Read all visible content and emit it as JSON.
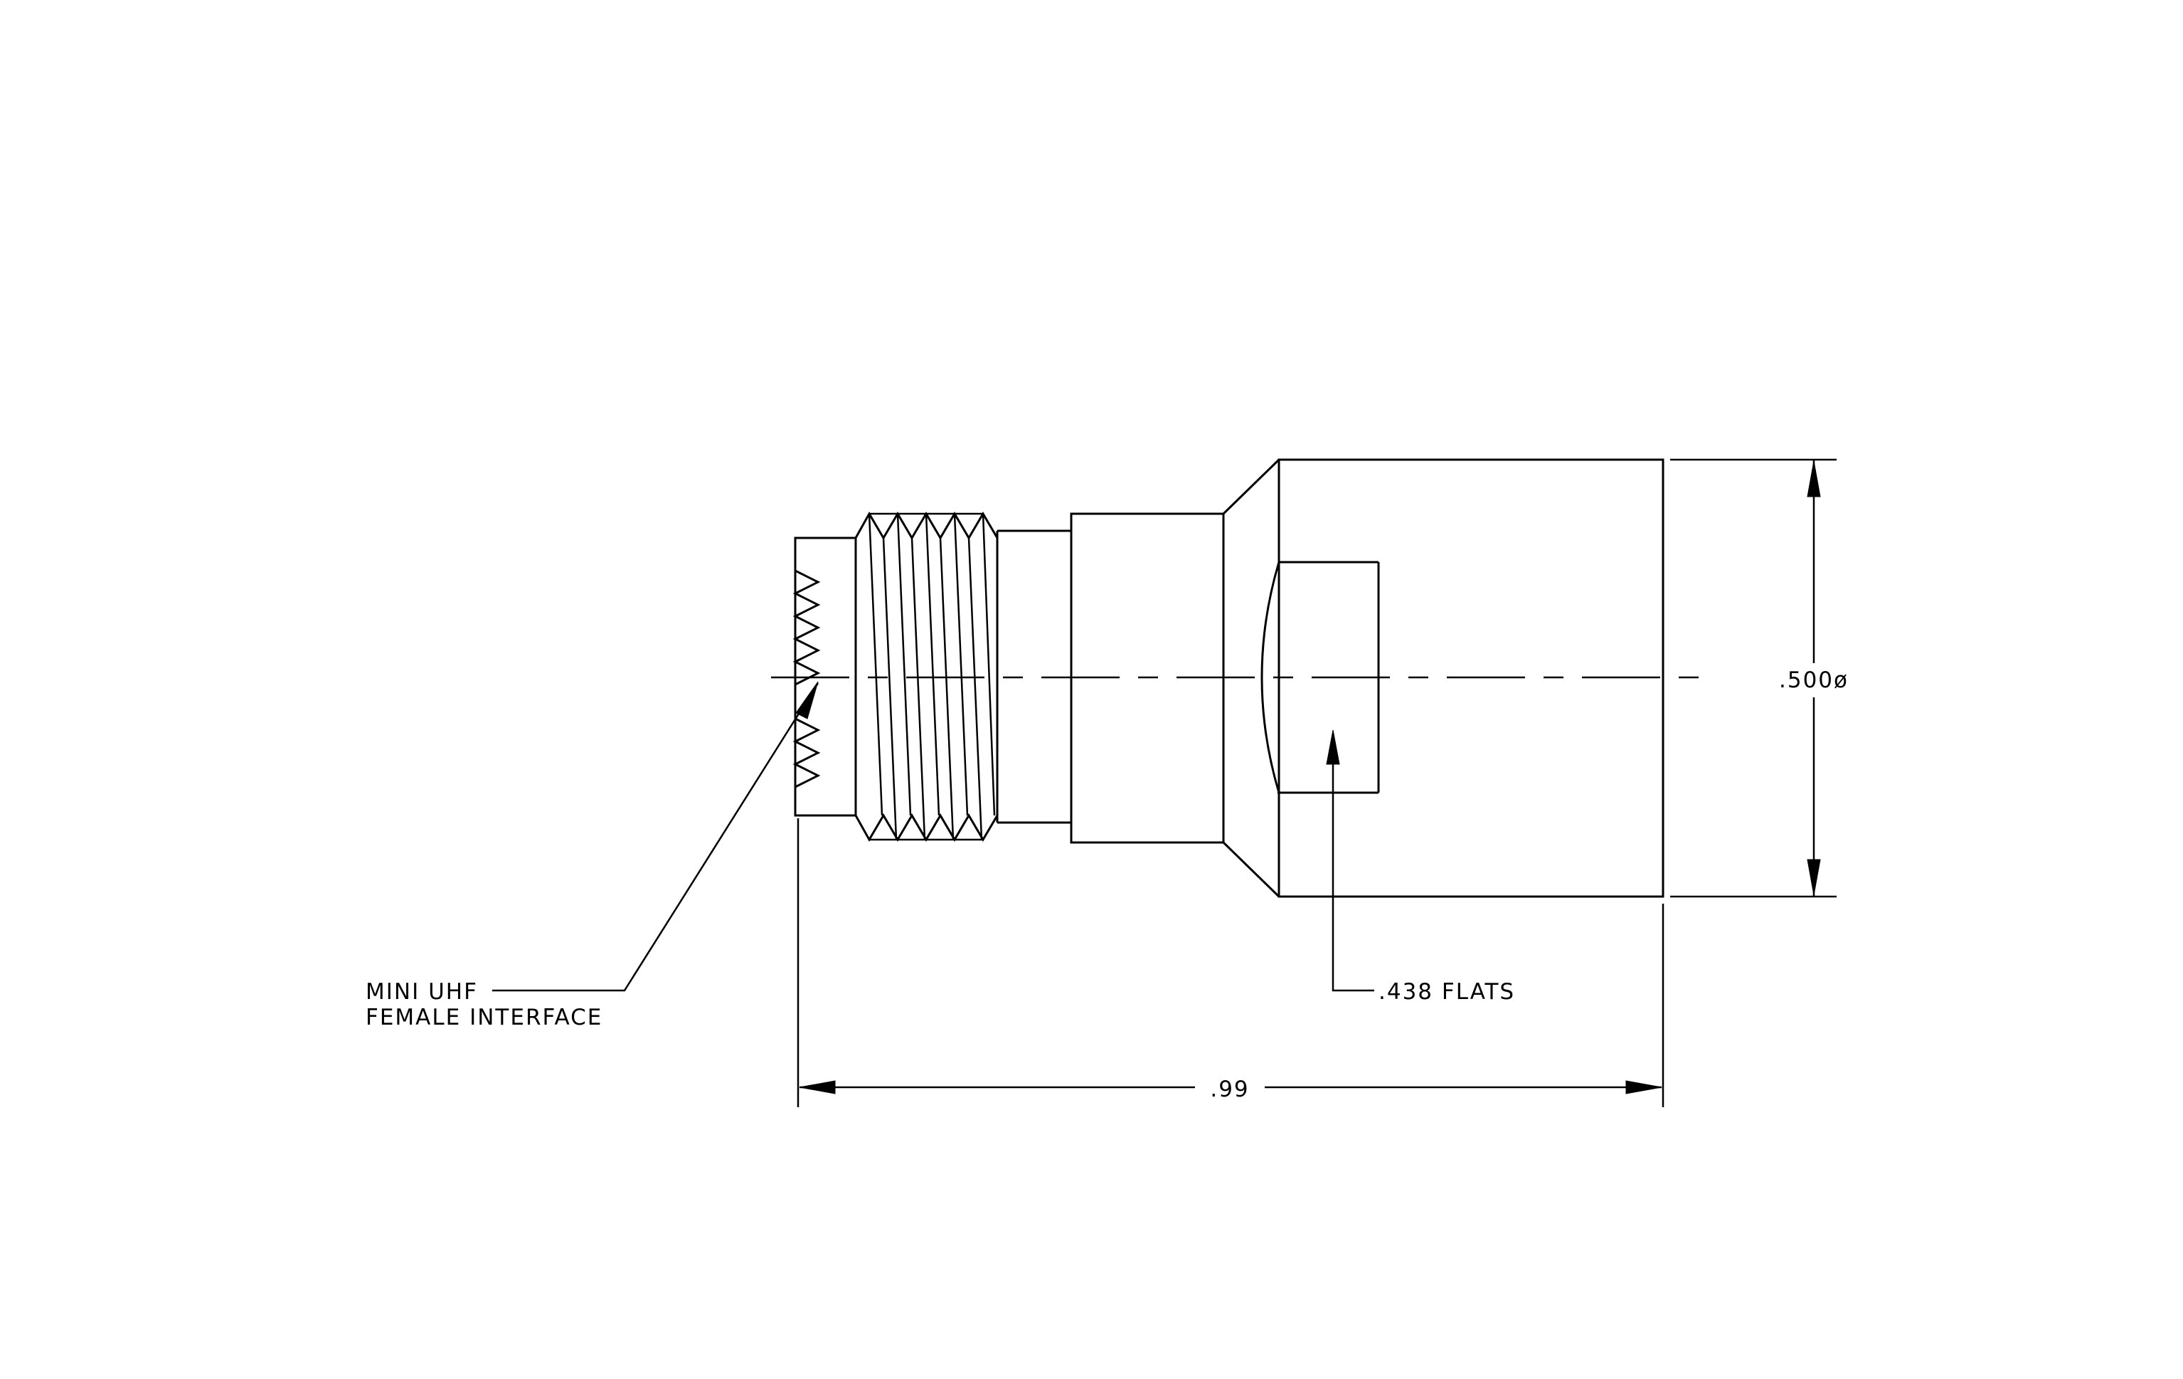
{
  "drawing": {
    "labels": {
      "interface_line1": "MINI UHF",
      "interface_line2": "FEMALE INTERFACE",
      "flats": ".438 FLATS",
      "length": ".99",
      "diameter": ".500ø"
    },
    "line_color": "#000000",
    "background": "#ffffff"
  }
}
